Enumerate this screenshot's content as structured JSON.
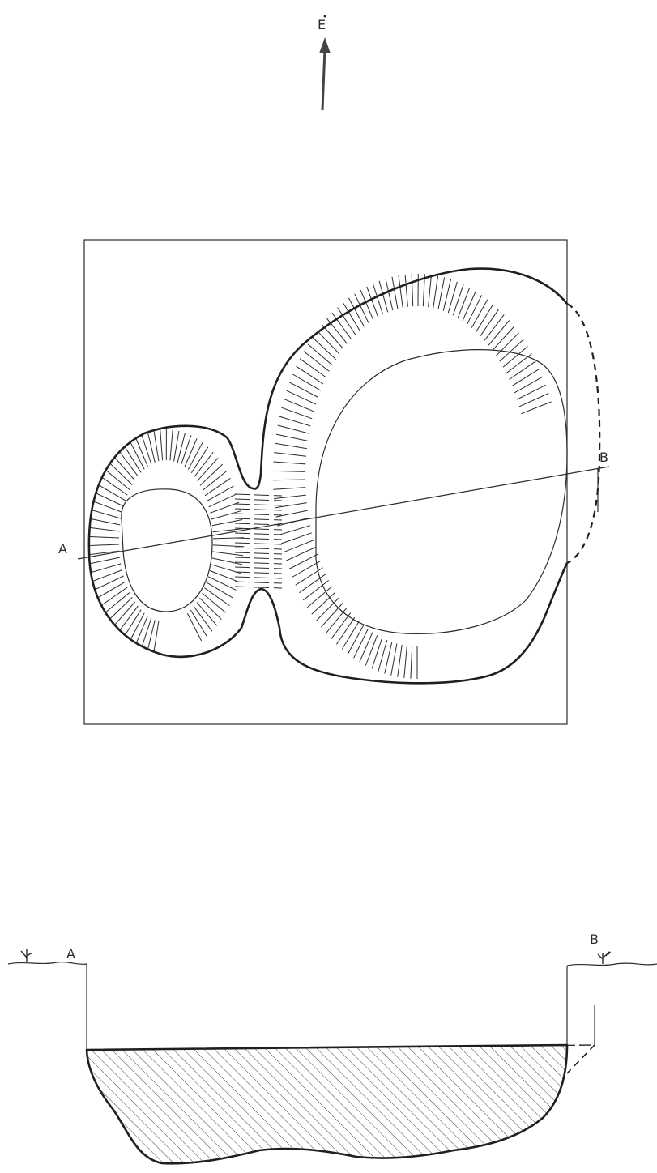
{
  "north_arrow": {
    "label": "E",
    "icon": "arrow-up-icon"
  },
  "plan": {
    "section_start_label": "A",
    "section_end_label": "B"
  },
  "section": {
    "start_label": "A",
    "end_label": "B",
    "ground_plant_icon": "plant-icon"
  },
  "colors": {
    "ink": "#1f1f1f",
    "paper": "#ffffff"
  }
}
